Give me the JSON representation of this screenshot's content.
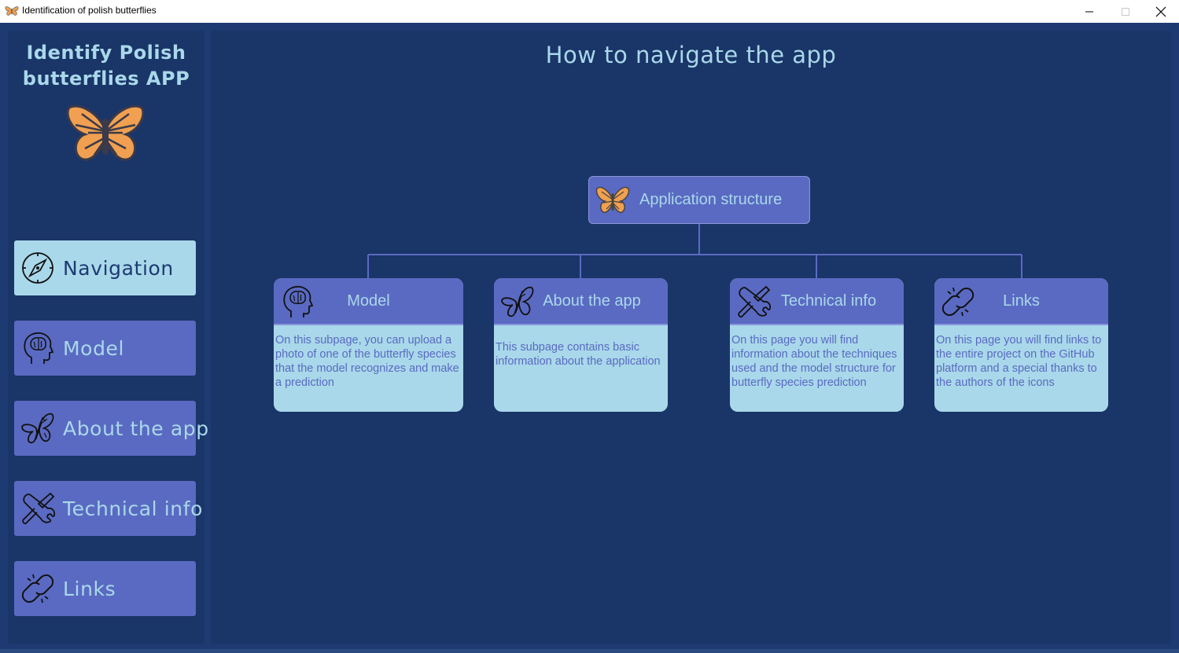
{
  "window": {
    "title": "Identification of polish butterflies"
  },
  "sidebar": {
    "brand_line1": "Identify Polish",
    "brand_line2": "butterflies APP",
    "items": [
      {
        "label": "Navigation",
        "icon": "compass-icon",
        "active": true
      },
      {
        "label": "Model",
        "icon": "brain-head-icon",
        "active": false
      },
      {
        "label": "About the app",
        "icon": "butterfly-icon",
        "active": false
      },
      {
        "label": "Technical info",
        "icon": "tools-icon",
        "active": false
      },
      {
        "label": "Links",
        "icon": "chain-link-icon",
        "active": false
      }
    ]
  },
  "main": {
    "title": "How to navigate the app",
    "root": {
      "label": "Application structure",
      "icon": "butterfly-icon"
    },
    "cards": [
      {
        "title": "Model",
        "icon": "brain-head-icon",
        "text": "On this subpage, you can upload a photo of one of the butterfly species that the model recognizes and make a prediction"
      },
      {
        "title": "About the app",
        "icon": "butterfly-icon",
        "text": "This subpage contains basic information about the application"
      },
      {
        "title": "Technical info",
        "icon": "tools-icon",
        "text": "On this page you will find information about the techniques used and the model structure for butterfly species prediction"
      },
      {
        "title": "Links",
        "icon": "chain-link-icon",
        "text": "On this page you will find links to the entire project on the GitHub platform and a special thanks to the authors of the icons"
      }
    ]
  },
  "colors": {
    "background": "#1e3a72",
    "panel": "#1a3568",
    "accent": "#5a6ac2",
    "light": "#a9d8ea",
    "butterfly_orange": "#f0a050"
  }
}
